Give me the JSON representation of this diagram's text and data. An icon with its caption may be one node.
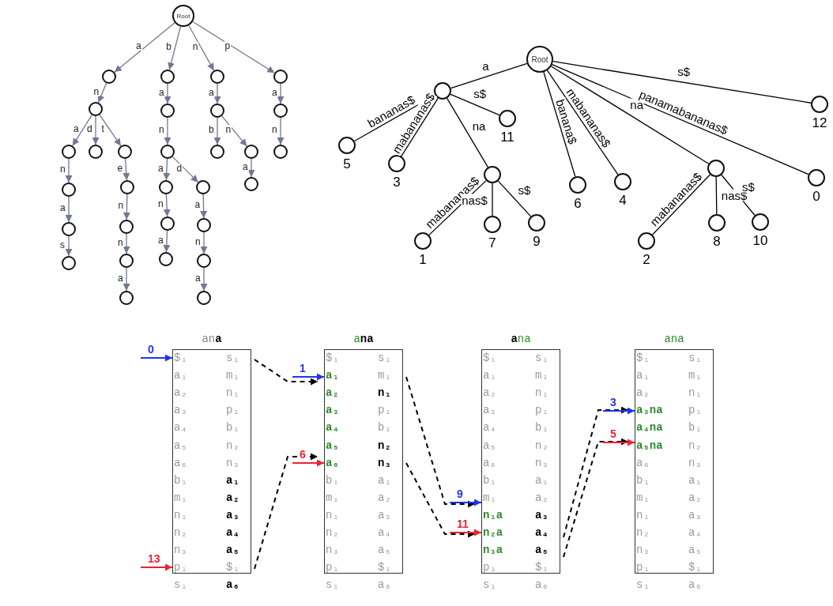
{
  "diagram": {
    "nodes": [
      {
        "text": [
          "Root"
        ]
      },
      {
        "text": [],
        "shape": "circle"
      },
      {
        "text": [],
        "shape": "circle"
      },
      {
        "text": [],
        "shape": "circle"
      },
      {
        "text": [],
        "shape": "circle"
      },
      {
        "text": [],
        "shape": "circle"
      },
      {
        "text": [],
        "shape": "circle"
      },
      {
        "text": [],
        "shape": "circle"
      },
      {
        "text": [],
        "shape": "circle"
      },
      {
        "text": [],
        "shape": "circle"
      },
      {
        "text": [],
        "shape": "circle"
      },
      {
        "text": [],
        "shape": "circle"
      },
      {
        "text": [],
        "shape": "circle"
      },
      {
        "text": [],
        "shape": "circle"
      },
      {
        "text": [],
        "shape": "circle"
      },
      {
        "text": [],
        "shape": "circle"
      },
      {
        "text": [],
        "shape": "circle"
      },
      {
        "text": [],
        "shape": "circle"
      },
      {
        "text": [],
        "shape": "circle"
      },
      {
        "text": [],
        "shape": "circle"
      },
      {
        "text": [],
        "shape": "circle"
      },
      {
        "text": [],
        "shape": "circle"
      },
      {
        "text": [],
        "shape": "circle"
      },
      {
        "text": [],
        "shape": "circle"
      },
      {
        "text": [],
        "shape": "circle"
      },
      {
        "text": [],
        "shape": "circle"
      },
      {
        "text": [],
        "shape": "circle"
      },
      {
        "text": [],
        "shape": "circle"
      },
      {
        "text": [],
        "shape": "circle"
      },
      {
        "text": [],
        "shape": "circle"
      },
      {
        "text": [],
        "shape": "circle"
      },
      {
        "text": [
          "Root"
        ]
      },
      {
        "text": [],
        "shape": "circle"
      },
      {
        "text": [],
        "shape": "circle",
        "beside": [
          "5"
        ]
      },
      {
        "text": [],
        "shape": "circle",
        "beside": [
          "3"
        ]
      },
      {
        "text": [],
        "shape": "circle"
      },
      {
        "text": [],
        "shape": "circle",
        "beside": [
          "1"
        ]
      },
      {
        "text": [],
        "shape": "circle",
        "beside": [
          "7"
        ]
      },
      {
        "text": [],
        "shape": "circle",
        "beside": [
          "9"
        ]
      },
      {
        "text": [],
        "shape": "circle",
        "beside": [
          "11"
        ]
      },
      {
        "text": [],
        "shape": "circle",
        "beside": [
          "6"
        ]
      },
      {
        "text": [],
        "shape": "circle",
        "beside": [
          "4"
        ]
      },
      {
        "text": [],
        "shape": "circle"
      },
      {
        "text": [],
        "shape": "circle",
        "beside": [
          "2"
        ]
      },
      {
        "text": [],
        "shape": "circle",
        "beside": [
          "8"
        ]
      },
      {
        "text": [],
        "shape": "circle",
        "beside": [
          "10"
        ]
      },
      {
        "text": [],
        "shape": "circle",
        "beside": [
          "0"
        ]
      },
      {
        "text": [],
        "shape": "circle",
        "beside": [
          "12"
        ]
      },
      {
        "text": [
          "an**a**"
        ]
      },
      {
        "text": [
          "a**na**"
        ]
      },
      {
        "text": [
          "**a**na"
        ]
      },
      {
        "text": [
          "ana"
        ]
      }
    ],
    "edges": [
      {
        "from": 0,
        "to": 1,
        "arrow": "to",
        "label": "a"
      },
      {
        "from": 1,
        "to": 2,
        "arrow": "to",
        "label": "n"
      },
      {
        "from": 2,
        "to": 3,
        "arrow": "to",
        "label": "a"
      },
      {
        "from": 3,
        "to": 4,
        "arrow": "to",
        "label": "n"
      },
      {
        "from": 4,
        "to": 5,
        "arrow": "to",
        "label": "a"
      },
      {
        "from": 5,
        "to": 6,
        "arrow": "to",
        "label": "s"
      },
      {
        "from": 2,
        "to": 7,
        "arrow": "to",
        "label": "d"
      },
      {
        "from": 2,
        "to": 8,
        "arrow": "to",
        "label": "t"
      },
      {
        "from": 8,
        "to": 9,
        "arrow": "to",
        "label": "e"
      },
      {
        "from": 9,
        "to": 10,
        "arrow": "to",
        "label": "n"
      },
      {
        "from": 10,
        "to": 11,
        "arrow": "to",
        "label": "n"
      },
      {
        "from": 11,
        "to": 12,
        "arrow": "to",
        "label": "a"
      },
      {
        "from": 0,
        "to": 13,
        "arrow": "to",
        "label": "b"
      },
      {
        "from": 13,
        "to": 14,
        "arrow": "to",
        "label": "a"
      },
      {
        "from": 14,
        "to": 15,
        "arrow": "to",
        "label": "n"
      },
      {
        "from": 15,
        "to": 16,
        "arrow": "to",
        "label": "a"
      },
      {
        "from": 16,
        "to": 17,
        "arrow": "to",
        "label": "n"
      },
      {
        "from": 17,
        "to": 18,
        "arrow": "to",
        "label": "a"
      },
      {
        "from": 15,
        "to": 19,
        "arrow": "to",
        "label": "d"
      },
      {
        "from": 19,
        "to": 20,
        "arrow": "to",
        "label": "a"
      },
      {
        "from": 20,
        "to": 21,
        "arrow": "to",
        "label": "n"
      },
      {
        "from": 21,
        "to": 22,
        "arrow": "to",
        "label": "a"
      },
      {
        "from": 0,
        "to": 23,
        "arrow": "to",
        "label": "n"
      },
      {
        "from": 23,
        "to": 24,
        "arrow": "to",
        "label": "a"
      },
      {
        "from": 24,
        "to": 25,
        "arrow": "to",
        "label": "b"
      },
      {
        "from": 24,
        "to": 26,
        "arrow": "to",
        "label": "n"
      },
      {
        "from": 26,
        "to": 27,
        "arrow": "to",
        "label": "a"
      },
      {
        "from": 0,
        "to": 28,
        "arrow": "to",
        "label": "p"
      },
      {
        "from": 28,
        "to": 29,
        "arrow": "to",
        "label": "a"
      },
      {
        "from": 29,
        "to": 30,
        "arrow": "to",
        "label": "n"
      },
      {
        "from": 31,
        "to": 32,
        "arrow": "none",
        "label": "a",
        "color": "#000000"
      },
      {
        "from": 32,
        "to": 33,
        "arrow": "none",
        "label": "bananas$",
        "color": "#000000"
      },
      {
        "from": 32,
        "to": 34,
        "arrow": "none",
        "label": "mabananas$",
        "color": "#000000"
      },
      {
        "from": 32,
        "to": 35,
        "arrow": "none",
        "label": "na",
        "color": "#000000"
      },
      {
        "from": 35,
        "to": 36,
        "arrow": "none",
        "label": "mabananas$",
        "color": "#000000"
      },
      {
        "from": 35,
        "to": 37,
        "arrow": "none",
        "label": "nas$",
        "color": "#000000"
      },
      {
        "from": 35,
        "to": 38,
        "arrow": "none",
        "label": "s$",
        "color": "#000000"
      },
      {
        "from": 32,
        "to": 39,
        "arrow": "none",
        "label": "s$",
        "color": "#000000"
      },
      {
        "from": 31,
        "to": 40,
        "arrow": "none",
        "label": "banana$",
        "color": "#000000"
      },
      {
        "from": 31,
        "to": 41,
        "arrow": "none",
        "label": "mabananas$",
        "color": "#000000"
      },
      {
        "from": 31,
        "to": 42,
        "arrow": "none",
        "label": "na",
        "color": "#000000"
      },
      {
        "from": 42,
        "to": 43,
        "arrow": "none",
        "label": "mabananas$",
        "color": "#000000"
      },
      {
        "from": 42,
        "to": 44,
        "arrow": "none",
        "label": "nas$",
        "color": "#000000"
      },
      {
        "from": 42,
        "to": 45,
        "arrow": "none",
        "label": "s$",
        "color": "#000000"
      },
      {
        "from": 31,
        "to": 46,
        "arrow": "none",
        "label": "panamabananas$",
        "color": "#000000"
      },
      {
        "from": 31,
        "to": 47,
        "arrow": "none",
        "label": "s$",
        "color": "#000000"
      },
      {
        "from": null,
        "to": 48,
        "arrow": "to",
        "label": "0",
        "color": "#2233ee"
      },
      {
        "from": null,
        "to": 48,
        "arrow": "to",
        "label": "13",
        "color": "#ee2233"
      },
      {
        "from": 48,
        "to": 49,
        "arrow": "to",
        "style": "dashed",
        "color": "#000000"
      },
      {
        "from": 48,
        "to": 49,
        "arrow": "to",
        "style": "dashed",
        "color": "#000000"
      },
      {
        "from": null,
        "to": 49,
        "arrow": "to",
        "label": "1",
        "color": "#2233ee"
      },
      {
        "from": null,
        "to": 49,
        "arrow": "to",
        "label": "6",
        "color": "#ee2233"
      },
      {
        "from": 49,
        "to": 50,
        "arrow": "to",
        "style": "dashed",
        "color": "#000000"
      },
      {
        "from": 49,
        "to": 50,
        "arrow": "to",
        "style": "dashed",
        "color": "#000000"
      },
      {
        "from": null,
        "to": 50,
        "arrow": "to",
        "label": "9",
        "color": "#2233ee"
      },
      {
        "from": null,
        "to": 50,
        "arrow": "to",
        "label": "11",
        "color": "#ee2233"
      },
      {
        "from": 50,
        "to": 51,
        "arrow": "to",
        "style": "dashed",
        "color": "#000000"
      },
      {
        "from": 50,
        "to": 51,
        "arrow": "to",
        "style": "dashed",
        "color": "#000000"
      },
      {
        "from": null,
        "to": 51,
        "arrow": "to",
        "label": "3",
        "color": "#2233ee"
      },
      {
        "from": null,
        "to": 51,
        "arrow": "to",
        "label": "5",
        "color": "#ee2233"
      }
    ],
    "labels": [
      "$₁",
      "s₁",
      "a₁",
      "m₁",
      "a₂",
      "n₁",
      "a₃",
      "p₁",
      "a₄",
      "b₁",
      "a₅",
      "n₂",
      "a₆",
      "n₃",
      "b₁",
      "a₁",
      "m₁",
      "a₂",
      "n₁",
      "a₃",
      "n₂",
      "a₄",
      "n₃",
      "a₅",
      "p₁",
      "$₁",
      "s₁",
      "a₆",
      "$₁",
      "s₁",
      "a₁",
      "m₁",
      "a₂",
      "n₁",
      "a₃",
      "p₁",
      "a₄",
      "b₁",
      "a₅",
      "n₂",
      "a₆",
      "n₃",
      "b₁",
      "a₁",
      "m₁",
      "a₂",
      "n₁",
      "a₃",
      "n₂",
      "a₄",
      "n₃",
      "a₅",
      "p₁",
      "$₁",
      "s₁",
      "a₆",
      "$₁",
      "s₁",
      "a₁",
      "m₁",
      "a₂",
      "n₁",
      "a₃",
      "p₁",
      "a₄",
      "b₁",
      "a₅",
      "n₂",
      "a₆",
      "n₃",
      "b₁",
      "a₁",
      "m₁",
      "a₂",
      "n₁a",
      "a₃",
      "n₂a",
      "a₄",
      "n₃a",
      "a₅",
      "p₁",
      "$₁",
      "s₁",
      "a₆",
      "$₁",
      "s₁",
      "a₁",
      "m₁",
      "a₂",
      "n₁",
      "a₃na",
      "p₁",
      "a₄na",
      "b₁",
      "a₅na",
      "n₂",
      "a₆",
      "n₃",
      "b₁",
      "a₁",
      "m₁",
      "a₂",
      "n₁",
      "a₃",
      "n₂",
      "a₄",
      "n₃",
      "a₅",
      "p₁",
      "$₁",
      "s₁",
      "a₆"
    ]
  }
}
